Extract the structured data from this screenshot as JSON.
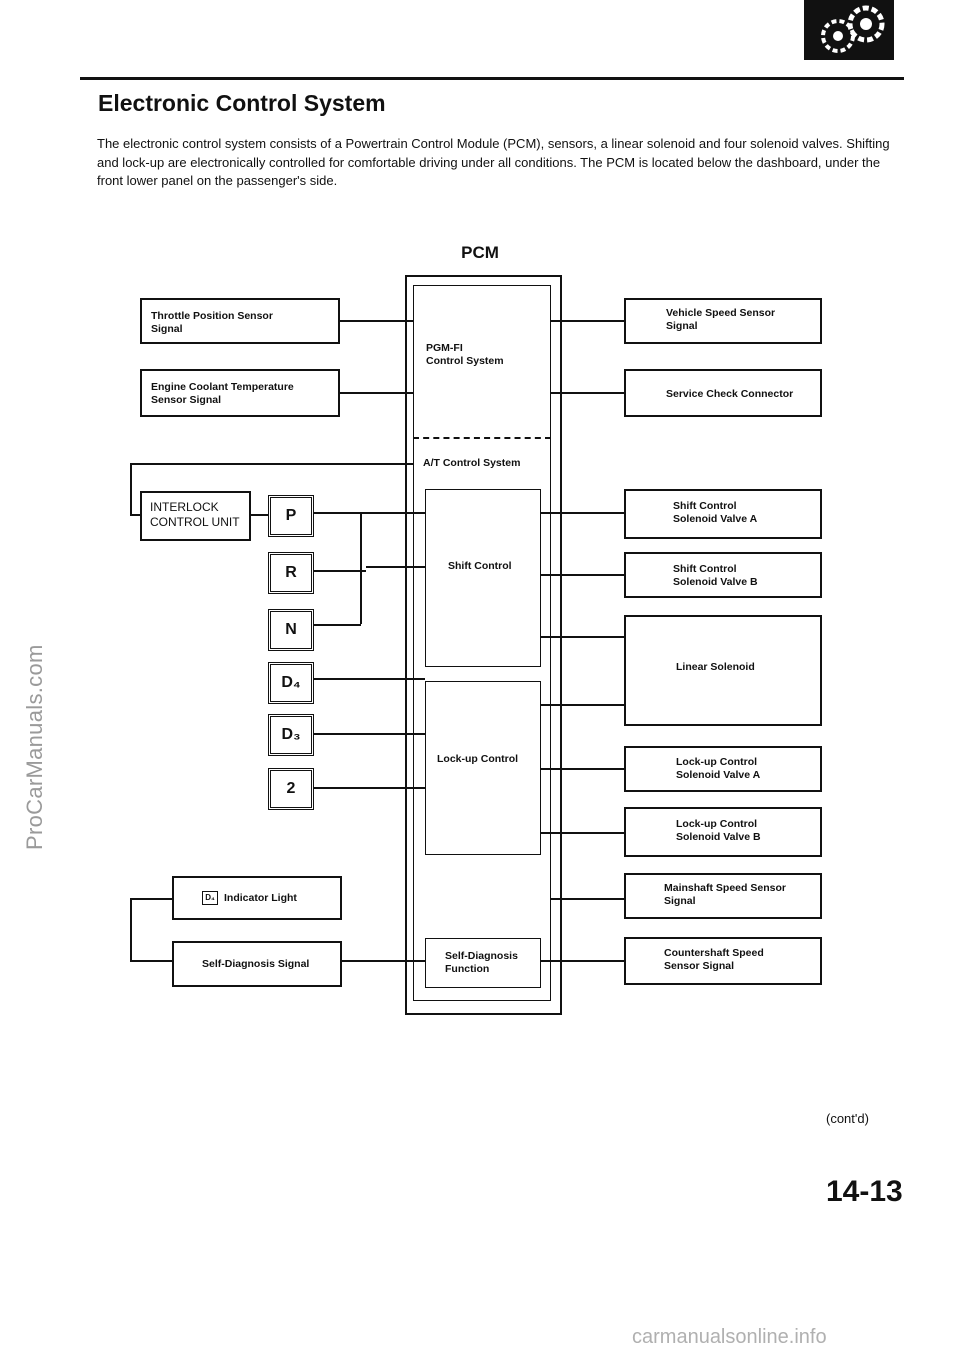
{
  "header": {
    "title": "Electronic Control System",
    "intro": "The electronic control system consists of a Powertrain Control Module (PCM), sensors, a linear solenoid and four solenoid valves. Shifting and lock-up are electronically controlled for comfortable driving under all conditions. The PCM is located below the dashboard, under the front lower panel on the passenger's side."
  },
  "diagram": {
    "pcm_title": "PCM",
    "pcm": {
      "pgm_fi": "PGM-FI\nControl System",
      "at_control": "A/T Control System",
      "shift_control": "Shift Control",
      "lockup_control": "Lock-up Control",
      "self_diag_function": "Self-Diagnosis\nFunction"
    },
    "inputs": {
      "throttle": "Throttle Position Sensor\nSignal",
      "coolant": "Engine Coolant Temperature\nSensor Signal",
      "interlock": "INTERLOCK\nCONTROL UNIT"
    },
    "gears": [
      "P",
      "R",
      "N",
      "D₄",
      "D₃",
      "2"
    ],
    "left_outputs": {
      "d4_indicator_icon_text": "D₄",
      "indicator": "Indicator Light",
      "self_diag_signal": "Self-Diagnosis Signal"
    },
    "right": {
      "vehicle_speed": "Vehicle Speed Sensor\nSignal",
      "service_check": "Service Check Connector",
      "shift_a": "Shift Control\nSolenoid Valve A",
      "shift_b": "Shift Control\nSolenoid Valve B",
      "linear": "Linear Solenoid",
      "lockup_a": "Lock-up Control\nSolenoid Valve A",
      "lockup_b": "Lock-up Control\nSolenoid Valve B",
      "mainshaft": "Mainshaft Speed Sensor\nSignal",
      "countershaft": "Countershaft Speed\nSensor Signal"
    }
  },
  "footer": {
    "contd": "(cont'd)",
    "page_number": "14-13",
    "watermark": "ProCarManuals.com",
    "site": "carmanualsonline.info"
  }
}
